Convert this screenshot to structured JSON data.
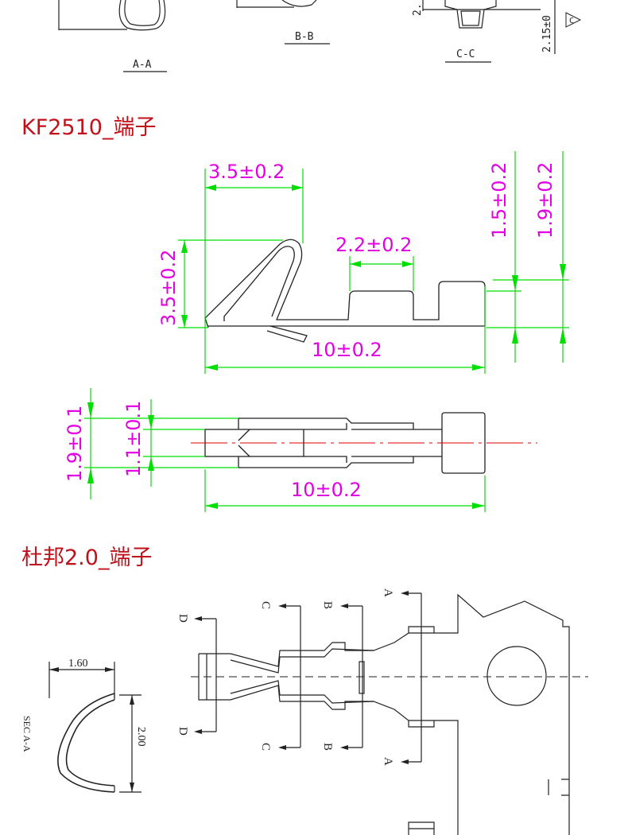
{
  "top_strip": {
    "views": [
      {
        "label": "A-A"
      },
      {
        "label": "B-B"
      },
      {
        "label": "C-C"
      }
    ],
    "dims": [
      "2.",
      "2.15±0"
    ],
    "symbol": "C"
  },
  "section1": {
    "title": "KF2510_端子",
    "side_view": {
      "dims": [
        "3.5±0.2",
        "3.5±0.2",
        "2.2±0.2",
        "1.5±0.2",
        "1.9±0.2",
        "10±0.2"
      ]
    },
    "top_view": {
      "dims": [
        "1.9±0.1",
        "1.1±0.1",
        "10±0.2"
      ]
    }
  },
  "section2": {
    "title": "杜邦2.0_端子",
    "section_view": {
      "label": "SEC A-A",
      "width": "1.60",
      "height": "2.00"
    },
    "section_markers": [
      "A",
      "A",
      "B",
      "B",
      "C",
      "C",
      "D",
      "D"
    ]
  },
  "colors": {
    "title": "#c0111a",
    "outline": "#222222",
    "dimension_line": "#00e000",
    "dimension_text": "#e400e4",
    "centerline": "#e00000"
  }
}
